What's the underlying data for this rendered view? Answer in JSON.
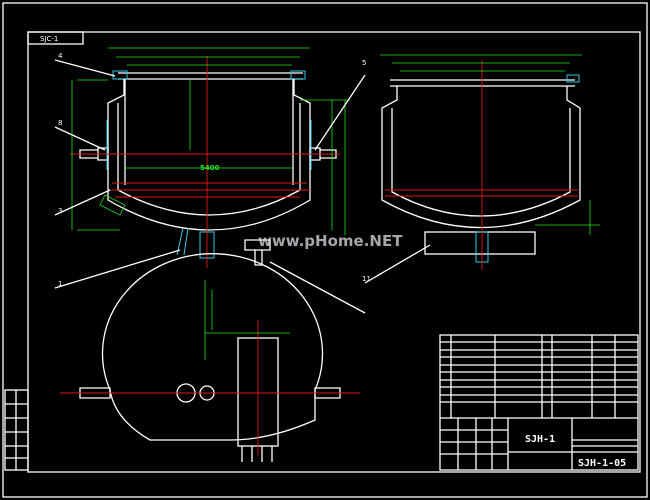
{
  "drawing": {
    "view_label": "SJC-1",
    "watermark": "www.pHome.NET",
    "leader_labels": [
      "4",
      "8",
      "3",
      "1",
      "5",
      "11"
    ],
    "dimension_main": "5400",
    "title_block": {
      "drawing_name": "SJH-1",
      "drawing_number": "SJH-1-05"
    },
    "colors": {
      "background": "#000000",
      "outline": "#ffffff",
      "dimension": "#19e619",
      "centerline": "#e01818",
      "hatch": "#35c8e6"
    }
  }
}
